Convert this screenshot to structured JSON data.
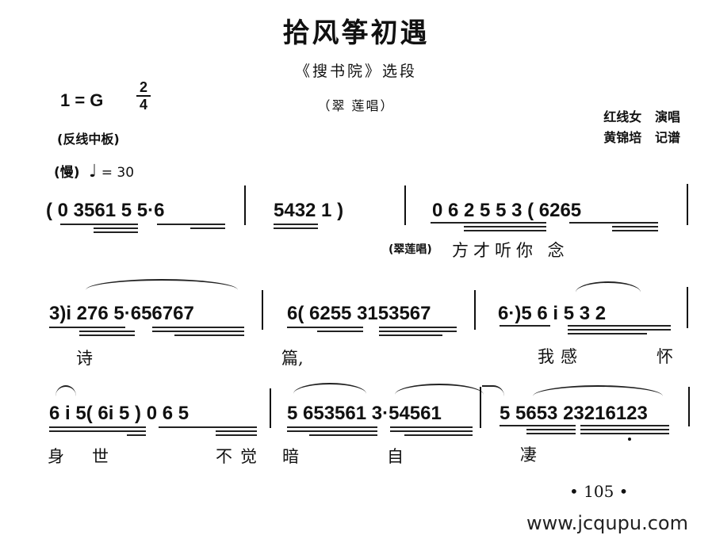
{
  "header": {
    "title": "拾风筝初遇",
    "subtitle": "《搜书院》选段",
    "subsubtitle": "（翠  莲唱）",
    "key": "1 = G",
    "time_signature": {
      "numerator": "2",
      "denominator": "4"
    },
    "mode": "(反线中板)",
    "tempo_label": "(慢)",
    "tempo_note": "♩",
    "tempo_value": "= 30",
    "credits": [
      {
        "name": "红线女",
        "role": "演唱"
      },
      {
        "name": "黄锦培",
        "role": "记谱"
      }
    ]
  },
  "score": {
    "line1": {
      "tokens": [
        "(",
        "0",
        "3561",
        "5",
        "5·6",
        "|",
        "5432",
        "1",
        ")",
        "|",
        "0",
        "6",
        "2",
        "5",
        "5",
        "3",
        "(",
        "6265",
        "|"
      ],
      "segments": [
        {
          "text": "( 0  3561  5  5·6"
        },
        {
          "text": "5432    1 )"
        },
        {
          "text": "0  6 2 5 5  3 ( 6265"
        }
      ],
      "lyrics": {
        "prefix": "(翠莲唱)",
        "text": "方才听你 念"
      }
    },
    "line2": {
      "segments": [
        {
          "text": "3)i  276  5·656767"
        },
        {
          "text": "6( 6255  3153567"
        },
        {
          "text": "6·)5  6 i 5 3 2"
        }
      ],
      "lyrics": [
        "诗",
        "篇,",
        "我感",
        "怀"
      ]
    },
    "line3": {
      "segments": [
        {
          "text": "6  i  5( 6i  5 )  0  6  5"
        },
        {
          "text": "5  653561  3·54561"
        },
        {
          "text": "5  5653  23216123"
        }
      ],
      "lyrics": [
        "身",
        "世",
        "不觉",
        "暗",
        "自",
        "凄"
      ]
    }
  },
  "footer": {
    "page_number": "• 105 •",
    "website": "www.jcqupu.com"
  }
}
